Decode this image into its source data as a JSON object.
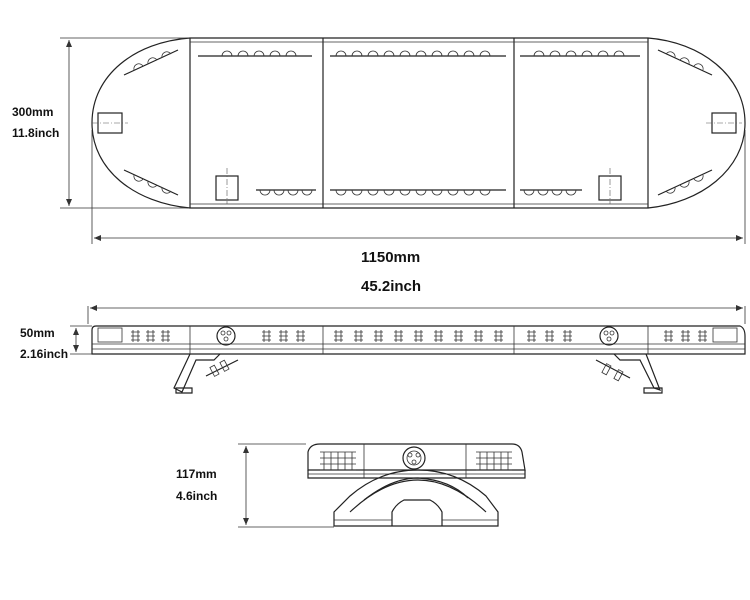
{
  "top_view": {
    "height_mm": "300mm",
    "height_inch": "11.8inch",
    "length_mm": "1150mm",
    "length_inch": "45.2inch"
  },
  "side_view": {
    "height_mm": "50mm",
    "height_inch": "2.16inch"
  },
  "end_view": {
    "height_mm": "117mm",
    "height_inch": "4.6inch"
  }
}
